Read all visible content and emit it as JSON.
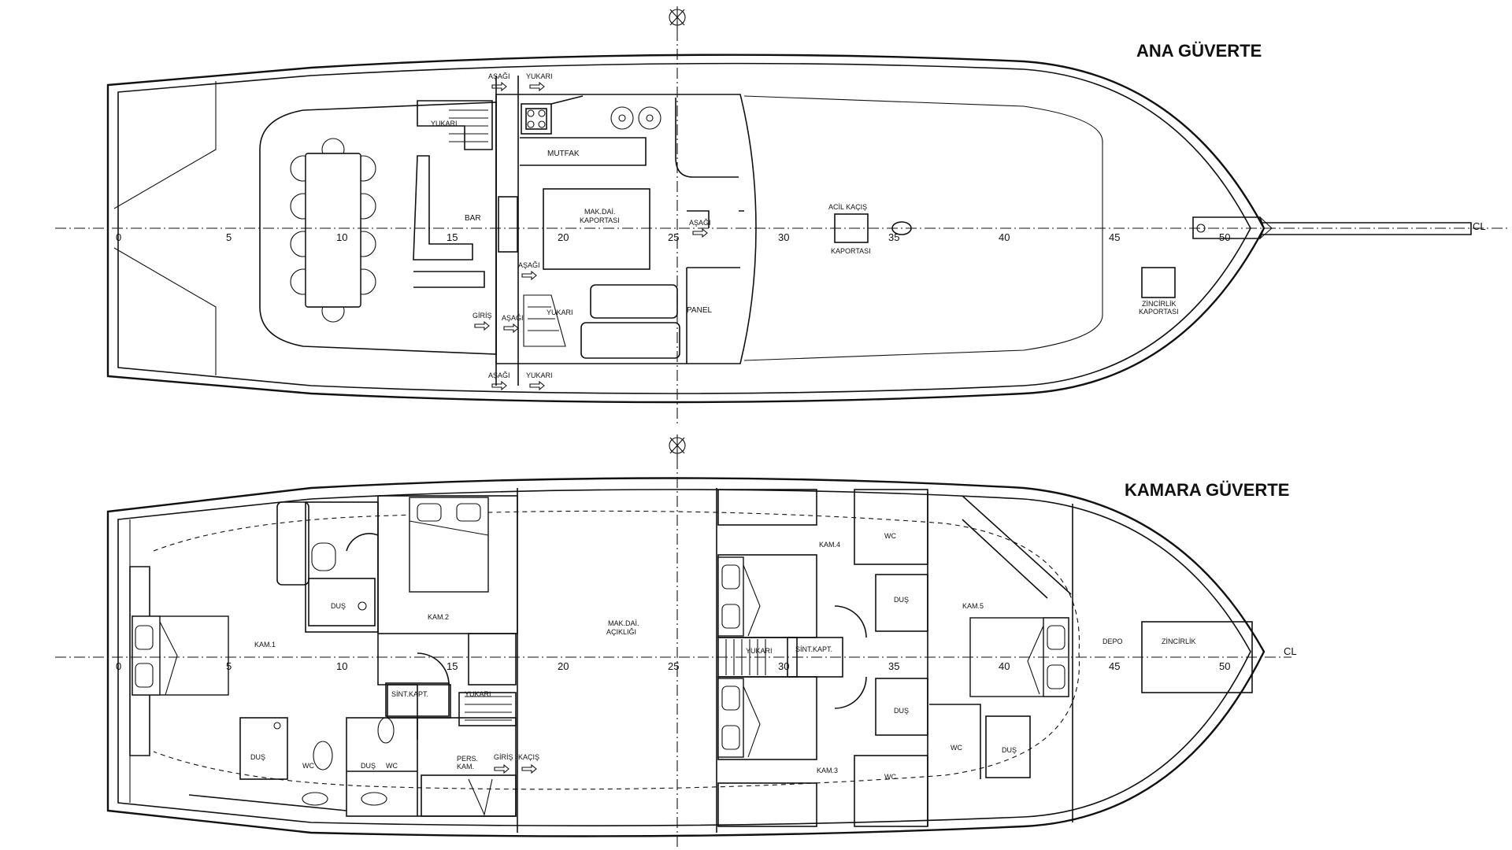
{
  "decks": {
    "main": {
      "title": "ANA GÜVERTE",
      "labels": {
        "mutfak": "MUTFAK",
        "bar": "BAR",
        "panel": "PANEL",
        "giris": "GİRİŞ",
        "makdai_kaportasi": [
          "MAK.DAİ.",
          "KAPORTASI"
        ],
        "acil_kacis": "ACİL KAÇIŞ",
        "kaportasi": "KAPORTASI",
        "zincirlik_kaportasi": [
          "ZİNCİRLİK",
          "KAPORTASI"
        ],
        "asagi": "AŞAĞI",
        "yukari": "YUKARI"
      }
    },
    "cabin": {
      "title": "KAMARA GÜVERTE",
      "labels": {
        "kam1": "KAM.1",
        "kam2": "KAM.2",
        "kam3": "KAM.3",
        "kam4": "KAM.4",
        "kam5": "KAM.5",
        "dus": "DUŞ",
        "wc": "WC",
        "makdai_aciklik": [
          "MAK.DAİ.",
          "AÇIKLIĞI"
        ],
        "depo": "DEPO",
        "zincirlik": "ZİNCİRLİK",
        "sint_kapt": "SİNT.KAPT.",
        "yukari": "YUKARI",
        "pers_kam": [
          "PERS.",
          "KAM."
        ],
        "giris": "GİRİŞ",
        "kacis": "KAÇIŞ"
      }
    }
  },
  "centerline_label": "CL",
  "frame_ticks": [
    "0",
    "5",
    "10",
    "15",
    "20",
    "25",
    "30",
    "35",
    "40",
    "45",
    "50"
  ]
}
